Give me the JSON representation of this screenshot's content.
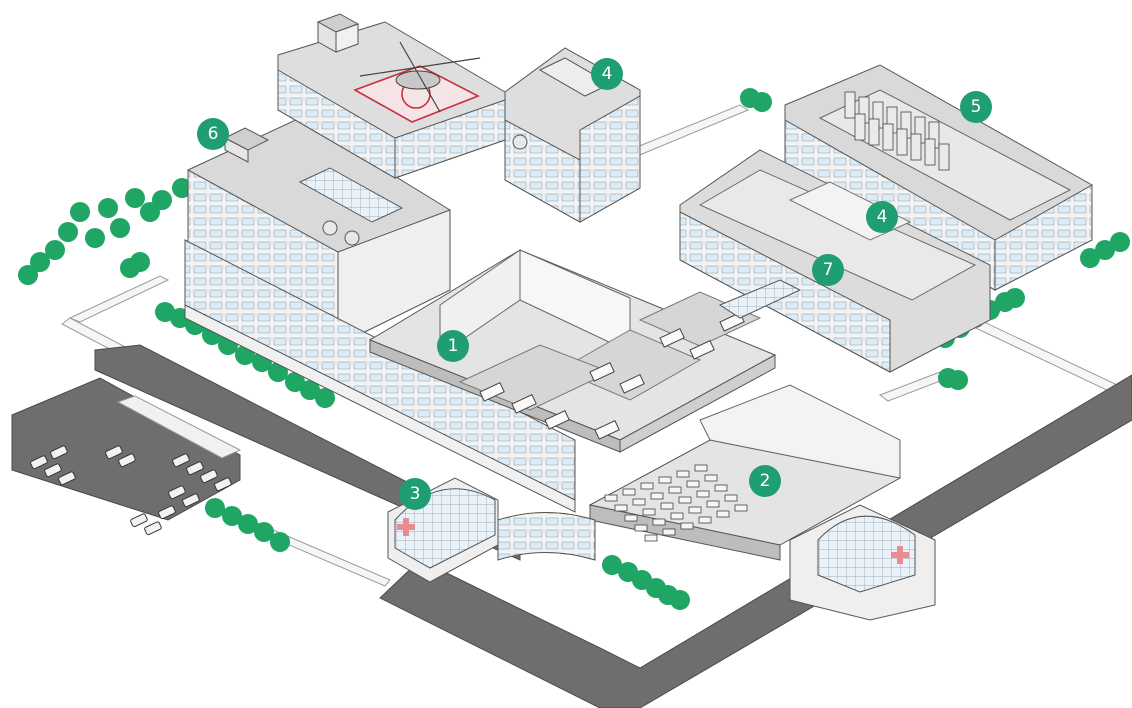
{
  "colors": {
    "badge": "#1f9e73",
    "tree": "#1fa564",
    "road": "#6e6e6e",
    "roof": "#dcdcdc",
    "wall": "#f3f3f3",
    "window": "#dcecf6",
    "outline": "#555555",
    "helipad_mark": "#d9534f",
    "cross": "#e98b93"
  },
  "icons": [
    "helicopter-icon",
    "red-cross-icon",
    "car-icon",
    "tree-icon",
    "bed-icon",
    "chair-icon"
  ],
  "markers": [
    {
      "id": "m1",
      "label": "1"
    },
    {
      "id": "m2",
      "label": "2"
    },
    {
      "id": "m3",
      "label": "3"
    },
    {
      "id": "m4a",
      "label": "4"
    },
    {
      "id": "m4b",
      "label": "4"
    },
    {
      "id": "m5",
      "label": "5"
    },
    {
      "id": "m6",
      "label": "6"
    },
    {
      "id": "m7",
      "label": "7"
    }
  ]
}
